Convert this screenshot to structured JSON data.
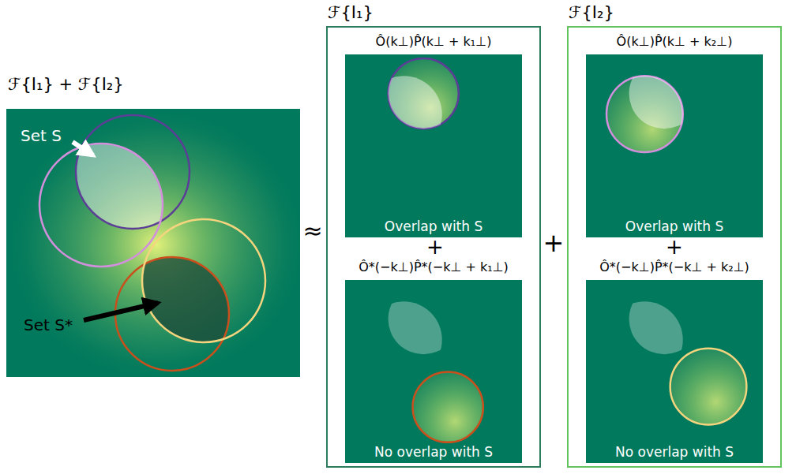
{
  "diagram": {
    "nodes": [
      {
        "text": [
          "ℱ{I₁} + ℱ{I₂}",
          "Set S",
          "Set S*"
        ]
      },
      {
        "text": [
          "ℱ{I₁}"
        ]
      },
      {
        "text": [
          "Ô(k⊥)P̂(k⊥ + k₁⊥)",
          "Overlap with S"
        ],
        "in": 1
      },
      {
        "text": [
          "Ô*(−k⊥)P̂*(−k⊥ + k₁⊥)",
          "No overlap with S"
        ],
        "in": 1
      },
      {
        "text": [
          "ℱ{I₂}"
        ]
      },
      {
        "text": [
          "Ô(k⊥)P̂(k⊥ + k₂⊥)",
          "Overlap with S"
        ],
        "in": 4
      },
      {
        "text": [
          "Ô*(−k⊥)P̂*(−k⊥ + k₂⊥)",
          "No overlap with S"
        ],
        "in": 4
      }
    ],
    "edges": [],
    "labels": [
      "≈",
      "+",
      "+",
      "+"
    ]
  }
}
